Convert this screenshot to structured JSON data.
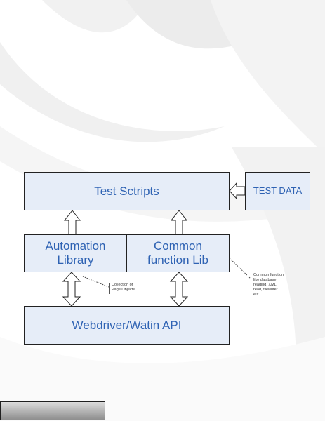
{
  "diagram": {
    "test_scripts": "Test Sctripts",
    "test_data": "TEST DATA",
    "automation_library": "Automation\nLibrary",
    "common_function_lib": "Common\nfunction Lib",
    "webdriver_api": "Webdriver/Watin API",
    "note_page_objects": "Collection of\nPage Objects",
    "note_common_function": "Common function\nlike database\nreading, XML\nread, filewriter\netc"
  },
  "colors": {
    "box_fill": "#e6edf8",
    "text_blue": "#2e62b3",
    "border": "#222222"
  }
}
